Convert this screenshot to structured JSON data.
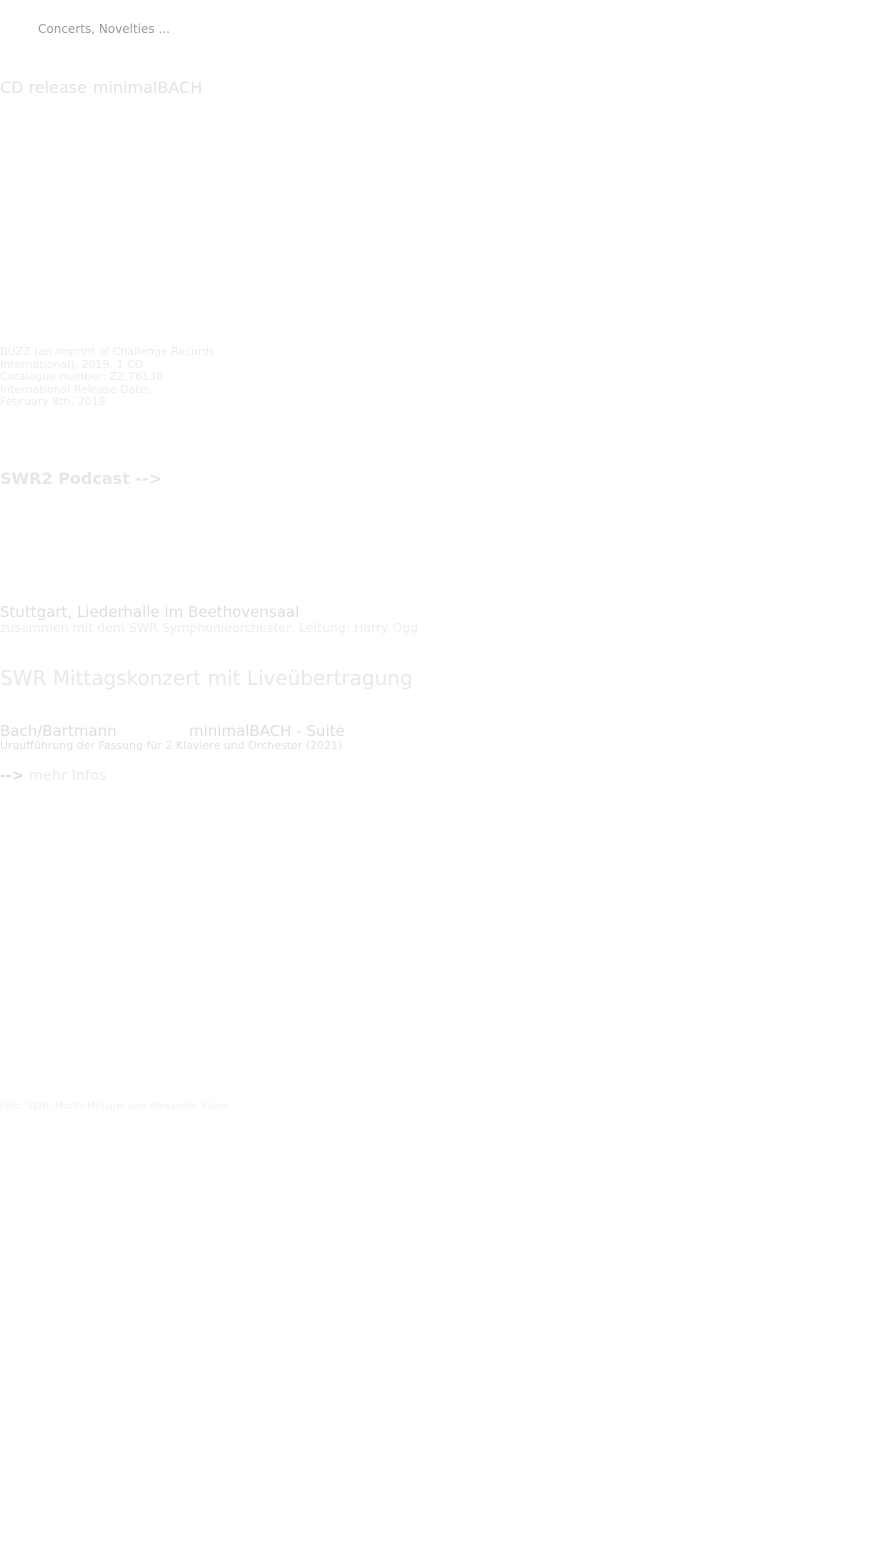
{
  "nav": {
    "label": "Concerts, Novelties ..."
  },
  "cd": {
    "prefix": "CD release",
    "title": "minimalBACH",
    "details": [
      "BUZZ (an imprint of Challenge Records",
      "International), 2019, 1 CD",
      "Catalogue number: ZZ 76130",
      "International Release Date:",
      "February 8th, 2019"
    ]
  },
  "podcast": {
    "label": "SWR2 Podcast -->"
  },
  "concert": {
    "venue": "Stuttgart, Liederhalle im Beethovensaal",
    "with": "zusammen mit dem SWR Symphonieorchester, Leitung: Harry Ogg",
    "title": "SWR Mittagskonzert mit Liveübertragung",
    "work_composer": "Bach/Bartmann",
    "work_title": "minimalBACH - Suite",
    "work_note": "Uraufführung der Fassung für 2 Klaviere und Orchester (2021)",
    "more_arrow": "-->",
    "more_link": "mehr Infos"
  },
  "photo_credit": "Foto: SWR, Moritz Metzger und Alexander Kluge"
}
